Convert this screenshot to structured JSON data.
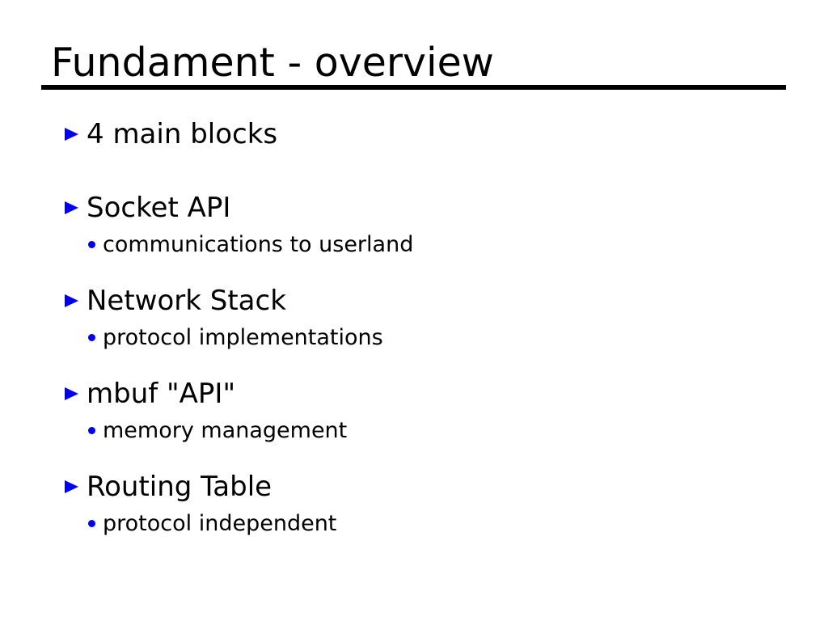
{
  "slide": {
    "title": "Fundament - overview",
    "colors": {
      "background": "#ffffff",
      "text": "#000000",
      "rule": "#000000",
      "bullet_blue": "#0000ee"
    },
    "icons": {
      "level1_bullet": "triangle-right-icon",
      "level2_bullet": "dot-icon"
    },
    "bullets": [
      {
        "label": "4 main blocks",
        "sub": []
      },
      {
        "label": "Socket API",
        "sub": [
          "communications to userland"
        ]
      },
      {
        "label": "Network Stack",
        "sub": [
          "protocol implementations"
        ]
      },
      {
        "label": "mbuf \"API\"",
        "sub": [
          "memory management"
        ]
      },
      {
        "label": "Routing Table",
        "sub": [
          "protocol independent"
        ]
      }
    ]
  }
}
